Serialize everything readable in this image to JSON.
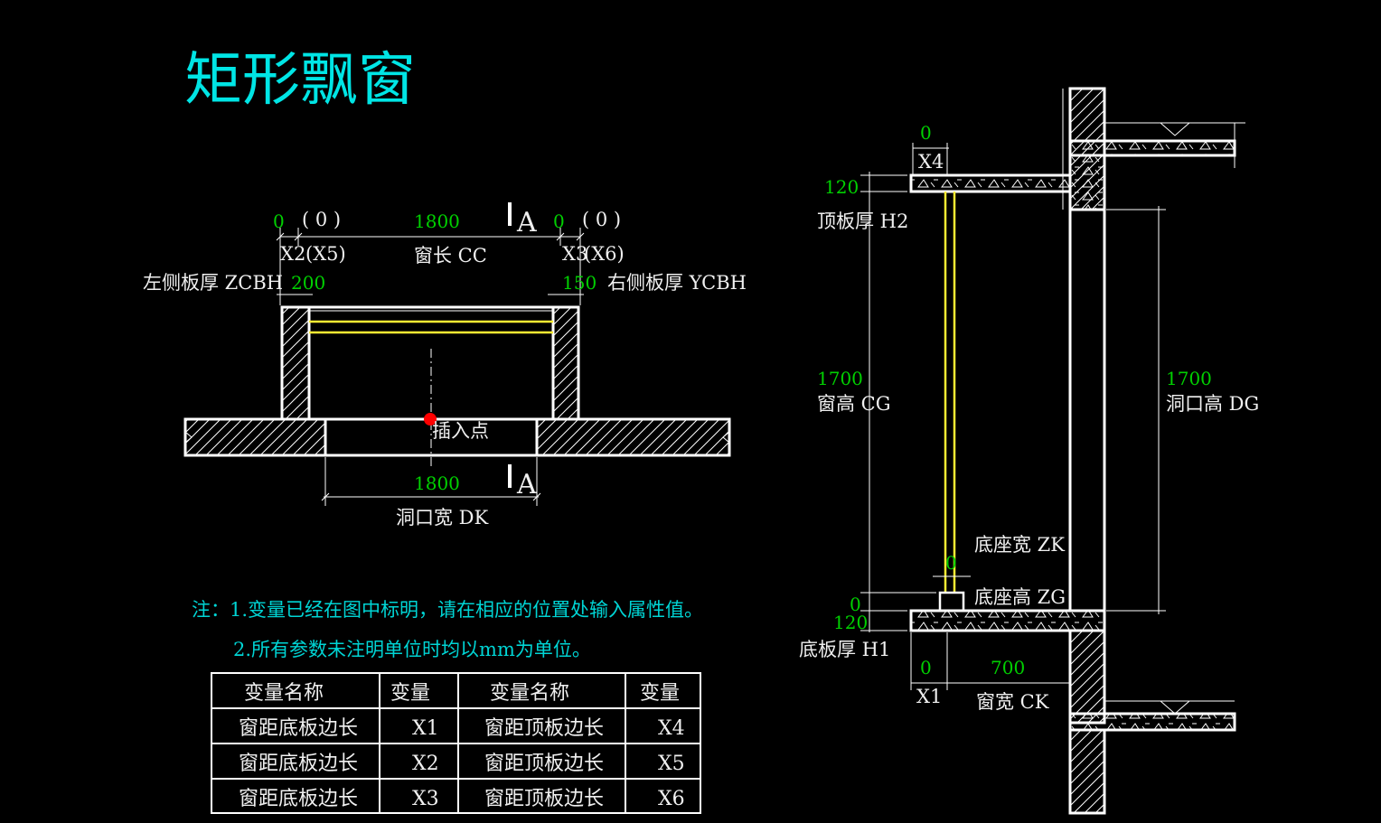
{
  "title": "矩形飘窗",
  "plan": {
    "x2_value": "0",
    "x5_value": "( 0 )",
    "x2_label": "X2",
    "x5_label": "(X5)",
    "cc_value": "1800",
    "cc_label": "窗长 CC",
    "x3_value": "0",
    "x6_value": "( 0 )",
    "x3_label": "X3",
    "x6_label": "(X6)",
    "section_mark": "A",
    "zcbh_label": "左侧板厚 ZCBH",
    "zcbh_value": "200",
    "ycbh_value": "150",
    "ycbh_label": "右侧板厚 YCBH",
    "insert_label": "插入点",
    "dk_value": "1800",
    "dk_label": "洞口宽 DK"
  },
  "section": {
    "x4_value": "0",
    "x4_label": "X4",
    "h2_value": "120",
    "h2_label": "顶板厚 H2",
    "cg_value": "1700",
    "cg_label": "窗高  CG",
    "dg_value": "1700",
    "dg_label": "洞口高 DG",
    "zk_label": "底座宽 ZK",
    "zk_value": "0",
    "zg_label": "底座高 ZG",
    "zg_value": "0",
    "h1_value": "120",
    "h1_label": "底板厚  H1",
    "x1_value": "0",
    "x1_label": "X1",
    "ck_value": "700",
    "ck_label": "窗宽 CK"
  },
  "notes": [
    "注：1.变量已经在图中标明，请在相应的位置处输入属性值。",
    "2.所有参数未注明单位时均以mm为单位。"
  ],
  "table": {
    "headers": [
      "变量名称",
      "变量",
      "变量名称",
      "变量"
    ],
    "rows": [
      [
        "窗距底板边长",
        "X1",
        "窗距顶板边长",
        "X4"
      ],
      [
        "窗距底板边长",
        "X2",
        "窗距顶板边长",
        "X5"
      ],
      [
        "窗距底板边长",
        "X3",
        "窗距顶板边长",
        "X6"
      ]
    ]
  },
  "colors": {
    "background": "#000000",
    "title": "#00e5e5",
    "value_green": "#00d000",
    "note_cyan": "#00d5d5",
    "glass_yellow": "#ffee33",
    "insert_point": "#ff0000"
  }
}
